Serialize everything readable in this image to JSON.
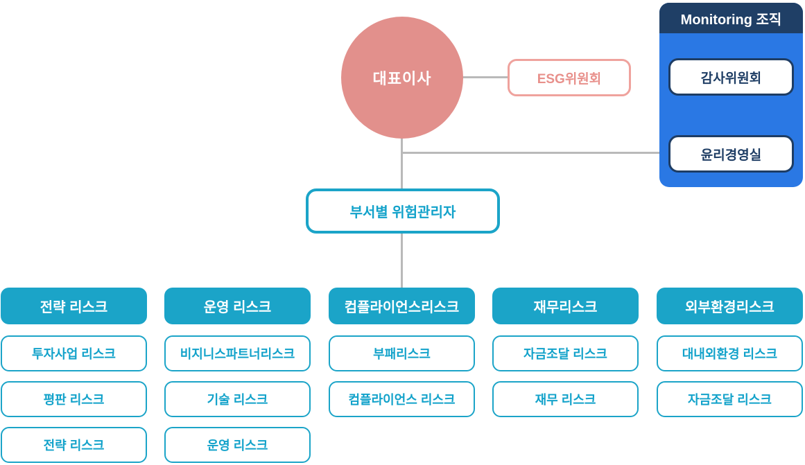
{
  "colors": {
    "salmon_circle": "#e2908c",
    "pink_border": "#efa29d",
    "pink_text": "#e8908b",
    "teal": "#1ba4c8",
    "teal_text": "#12a2ca",
    "panel_blue": "#2a78e4",
    "navy": "#1e3d64",
    "connector_gray": "#b9b9b9",
    "background": "#ffffff"
  },
  "ceo": {
    "label": "대표이사"
  },
  "esg": {
    "label": "ESG위원회"
  },
  "monitoring": {
    "title": "Monitoring 조직",
    "items": [
      {
        "label": "감사위원회"
      },
      {
        "label": "윤리경영실"
      }
    ]
  },
  "risk_manager": {
    "label": "부서별 위험관리자"
  },
  "risk_columns": [
    {
      "header": "전략 리스크",
      "items": [
        "투자사업 리스크",
        "평판 리스크",
        "전략 리스크"
      ]
    },
    {
      "header": "운영 리스크",
      "items": [
        "비지니스파트너리스크",
        "기술 리스크",
        "운영 리스크"
      ]
    },
    {
      "header": "컴플라이언스리스크",
      "items": [
        "부패리스크",
        "컴플라이언스 리스크"
      ]
    },
    {
      "header": "재무리스크",
      "items": [
        "자금조달 리스크",
        "재무 리스크"
      ]
    },
    {
      "header": "외부환경리스크",
      "items": [
        "대내외환경 리스크",
        "자금조달 리스크"
      ]
    }
  ]
}
